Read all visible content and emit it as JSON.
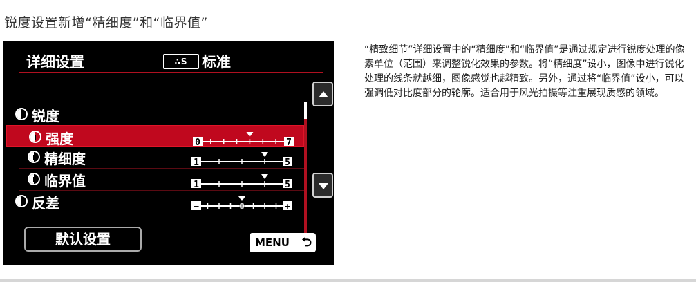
{
  "page_title": "锐度设置新增“精细度”和“临界值”",
  "screen": {
    "header_title": "详细设置",
    "picture_style_icon": "style-icon",
    "picture_style_name": "标准",
    "rows": [
      {
        "label": "锐度",
        "icon": "sharpness-icon",
        "selected": false,
        "slider": null
      },
      {
        "label": "强度",
        "icon": "strength-icon",
        "selected": true,
        "slider": {
          "min_label": "0",
          "max_label": "7",
          "min": 0,
          "max": 7,
          "value": 4,
          "ticks": 8
        }
      },
      {
        "label": "精细度",
        "icon": "fineness-icon",
        "selected": false,
        "slider": {
          "min_label": "1",
          "max_label": "5",
          "min": 1,
          "max": 5,
          "value": 4,
          "ticks": 5
        }
      },
      {
        "label": "临界值",
        "icon": "threshold-icon",
        "selected": false,
        "slider": {
          "min_label": "1",
          "max_label": "5",
          "min": 1,
          "max": 5,
          "value": 4,
          "ticks": 5
        }
      },
      {
        "label": "反差",
        "icon": "contrast-icon",
        "selected": false,
        "slider": {
          "min_label": "−",
          "max_label": "+",
          "center_label": "0",
          "min": -4,
          "max": 4,
          "value": 0,
          "ticks": 9
        }
      }
    ],
    "default_button": "默认设置",
    "menu_button": "MENU",
    "menu_return_glyph": "⮌"
  },
  "description": "“精致细节”详细设置中的“精细度”和“临界值”是通过规定进行锐度处理的像素单位（范围）来调整锐化效果的参数。将“精细度”设小，图像中进行锐化处理的线条就越细，图像感觉也越精致。另外，通过将“临界值”设小，可以强调低对比度部分的轮廓。适合用于风光拍摄等注重展现质感的领域。",
  "colors": {
    "accent": "#c0081e",
    "screen_bg": "#000000"
  }
}
